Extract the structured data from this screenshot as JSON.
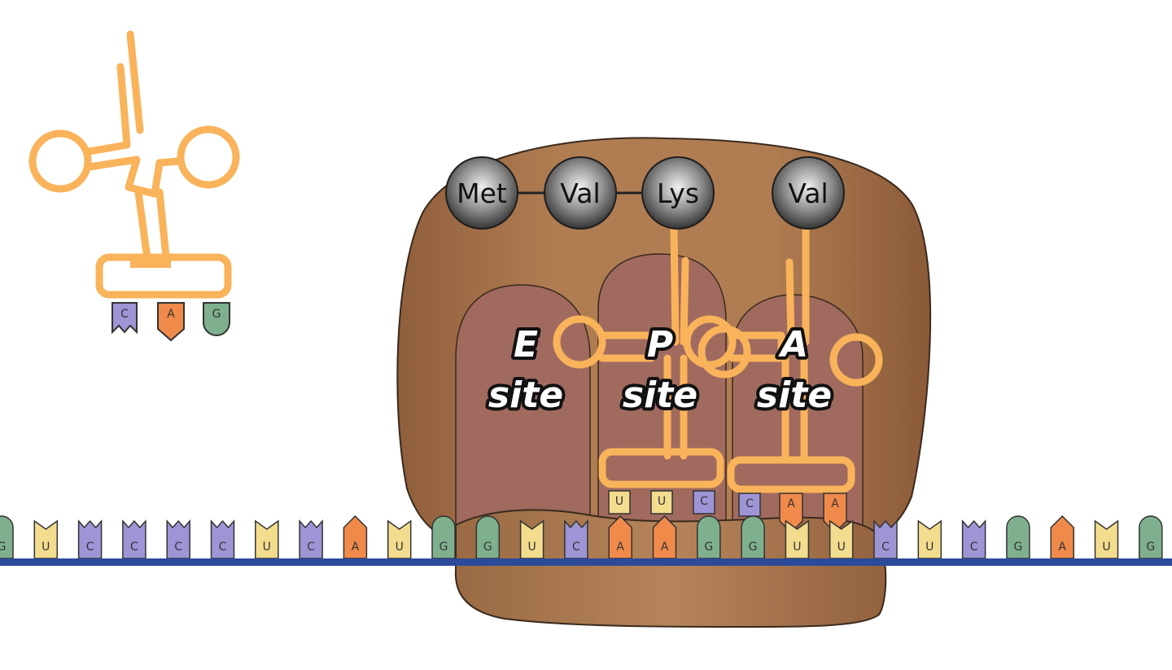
{
  "colors": {
    "ribosome": "#a8744a",
    "site": "#a06a5e",
    "trna": "#f9b35a",
    "mrna_backbone": "#2b4a9a",
    "aa_ball": "#555555",
    "bases": {
      "A": "#f08a4b",
      "U": "#f2dc8e",
      "G": "#7fb08e",
      "C": "#9d95d6"
    }
  },
  "amino_acids": [
    {
      "name": "Met"
    },
    {
      "name": "Val"
    },
    {
      "name": "Lys"
    },
    {
      "name": "Val"
    }
  ],
  "sites": [
    {
      "letter": "E",
      "word": "site"
    },
    {
      "letter": "P",
      "word": "site"
    },
    {
      "letter": "A",
      "word": "site"
    }
  ],
  "free_trna_anticodon": [
    "C",
    "A",
    "G"
  ],
  "p_site_anticodon": [
    "U",
    "U",
    "C"
  ],
  "a_site_anticodon": [
    "C",
    "A",
    "A"
  ],
  "mrna_bases": [
    "G",
    "U",
    "C",
    "C",
    "C",
    "C",
    "U",
    "C",
    "A",
    "U",
    "G",
    "G",
    "U",
    "C",
    "A",
    "A",
    "G",
    "G",
    "U",
    "U",
    "C",
    "U",
    "C",
    "G",
    "A",
    "U",
    "G"
  ]
}
